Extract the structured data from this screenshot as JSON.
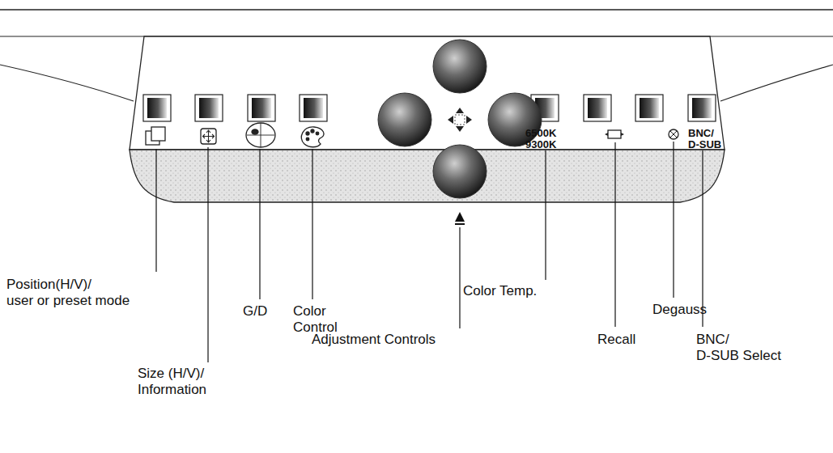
{
  "diagram": {
    "labels": [
      "6500K 9300K",
      "BNC/ D-SUB",
      "Position(H/V)/ user or preset mode",
      "Size (H/V)/ Information",
      "G/D",
      "Color Control",
      "Color Temp.",
      "Adjustment Controls",
      "Recall",
      "Degauss",
      "BNC/ D-SUB Select"
    ]
  }
}
